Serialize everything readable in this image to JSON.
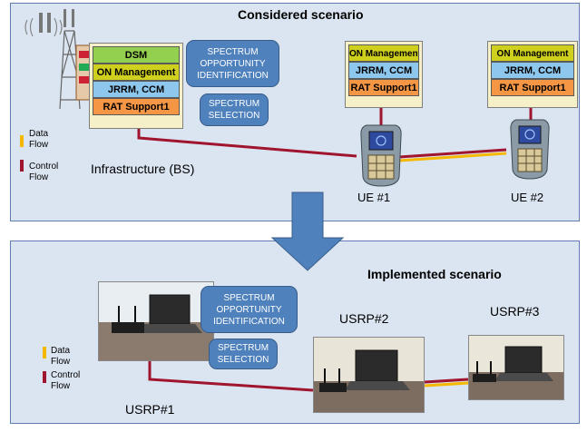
{
  "top": {
    "title": "Considered scenario",
    "bs_stack": [
      "DSM",
      "ON Management",
      "JRRM, CCM",
      "RAT Support1"
    ],
    "ue1_stack": [
      "ON Management",
      "JRRM, CCM",
      "RAT Support1"
    ],
    "ue2_stack": [
      "ON Management",
      "JRRM, CCM",
      "RAT Support1"
    ],
    "box_opportunity": "SPECTRUM OPPORTUNITY IDENTIFICATION",
    "box_selection": "SPECTRUM SELECTION",
    "infrastructure_label": "Infrastructure (BS)",
    "ue1_label": "UE #1",
    "ue2_label": "UE #2",
    "legend_data": "Data Flow",
    "legend_control": "Control Flow"
  },
  "bottom": {
    "title": "Implemented scenario",
    "box_opportunity": "SPECTRUM OPPORTUNITY IDENTIFICATION",
    "box_selection": "SPECTRUM SELECTION",
    "usrp1_label": "USRP#1",
    "usrp2_label": "USRP#2",
    "usrp3_label": "USRP#3",
    "legend_data": "Data Flow",
    "legend_control": "Control Flow"
  },
  "colors": {
    "panel_bg": "#dbe5f1",
    "data_flow": "#f5b800",
    "control_flow": "#a0142e",
    "spectrum_box": "#4f81bd",
    "arrow": "#4f81bd"
  }
}
